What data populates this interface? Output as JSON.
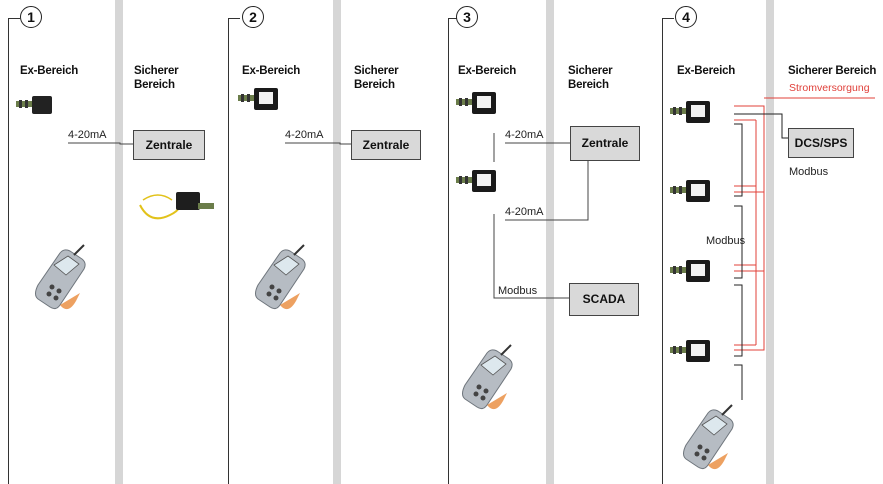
{
  "scenarios": [
    {
      "number": "1",
      "ex_header": "Ex-Bereich",
      "safe_header": "Sicherer Bereich",
      "signal": "4-20mA",
      "box": "Zentrale"
    },
    {
      "number": "2",
      "ex_header": "Ex-Bereich",
      "safe_header": "Sicherer Bereich",
      "signal": "4-20mA",
      "box": "Zentrale"
    },
    {
      "number": "3",
      "ex_header": "Ex-Bereich",
      "safe_header": "Sicherer Bereich",
      "signal_1": "4-20mA",
      "signal_2": "4-20mA",
      "box_1": "Zentrale",
      "bus": "Modbus",
      "box_2": "SCADA"
    },
    {
      "number": "4",
      "ex_header": "Ex-Bereich",
      "safe_header": "Sicherer Bereich",
      "power": "Stromversorgung",
      "box": "DCS/SPS",
      "bus_1": "Modbus",
      "bus_2": "Modbus"
    }
  ],
  "colors": {
    "divider": "#d6d6d6",
    "box": "#d9d9d9",
    "power_line": "#e0403a",
    "line": "#333333"
  }
}
